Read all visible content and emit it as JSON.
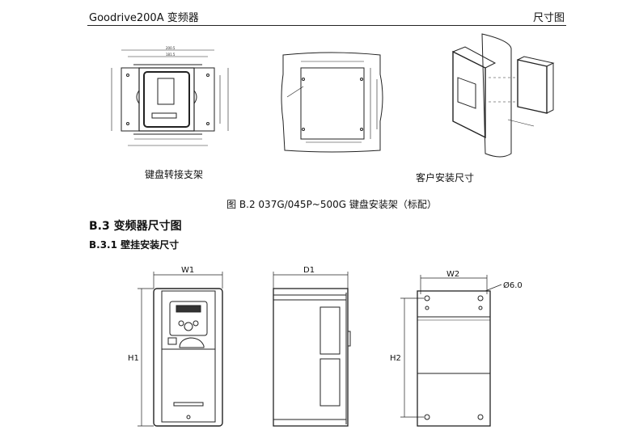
{
  "header": {
    "title": "Goodrive200A 变频器",
    "right_label": "尺寸图"
  },
  "figure_b2": {
    "caption_left": "键盘转接支架",
    "caption_right": "客户安装尺寸",
    "caption": "图 B.2 037G/045P~500G 键盘安装架（标配）"
  },
  "section": {
    "heading": "B.3 变频器尺寸图",
    "subheading": "B.3.1 壁挂安装尺寸"
  },
  "drawings": {
    "w1": "W1",
    "h1": "H1",
    "d1": "D1",
    "w2": "W2",
    "h2": "H2",
    "hole": "Ø6.0"
  }
}
